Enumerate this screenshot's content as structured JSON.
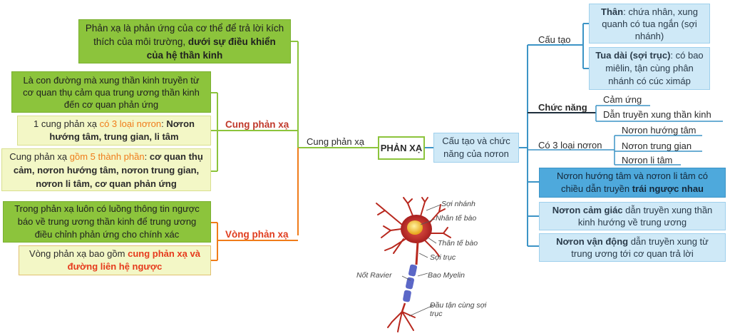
{
  "center": {
    "label": "PHẢN XẠ"
  },
  "left": {
    "top_box": {
      "text": "Phản xạ là phản ứng của cơ thể để trả lời kích thích của môi trường,",
      "bold": "dưới sự điều khiển của hệ thần kinh"
    },
    "trunk_label": "Cung phản xạ",
    "cung": {
      "label": "Cung phản xạ",
      "box1": "Là con đường mà xung thần kinh truyền từ cơ quan thụ cảm qua trung ương thần kinh đến cơ quan phản ứng",
      "box2": {
        "a": "1 cung phản xạ ",
        "b": "có 3 loại nơron",
        "c": ": ",
        "d": "Nơron hướng tâm, trung gian, li tâm"
      },
      "box3": {
        "a": "Cung phản xạ ",
        "b": "gồm 5 thành phần",
        "c": ": ",
        "d": "cơ quan thụ cảm, nơron hướng tâm, nơron trung gian, nơron li tâm, cơ quan phản ứng"
      }
    },
    "vong": {
      "label": "Vòng phản xạ",
      "box1": "Trong phản xạ luôn có luồng thông tin ngược báo về trung ương thần kinh để trung ương điều chỉnh phản ứng cho chính xác",
      "box2": {
        "a": "Vòng phản xạ bao gồm ",
        "b": "cung phản xạ và đường liên hệ ngược"
      }
    }
  },
  "right": {
    "hub": "Cấu tạo và chức năng của nơron",
    "cau_tao": {
      "label": "Cấu tạo",
      "than": {
        "b": "Thân",
        "t": ": chứa nhân, xung quanh có tua ngắn (sợi nhánh)"
      },
      "tua": {
        "b": "Tua dài (sợi trục)",
        "t": ": có bao miêlin, tận cùng phân nhánh có cúc ximáp"
      }
    },
    "chuc_nang": {
      "label": "Chức năng",
      "items": [
        "Cảm ứng",
        "Dẫn truyền xung thần kinh"
      ]
    },
    "loai": {
      "label": "Có 3 loại nơron",
      "items": [
        "Nơron hướng tâm",
        "Nơron trung gian",
        "Nơron li tâm"
      ]
    },
    "box_huong": {
      "t": "Nơron hướng tâm và nơron li tâm có chiều dẫn truyền ",
      "b": "trái ngược nhau"
    },
    "box_cam_giac": {
      "b": "Nơron cảm giác",
      "t": " dẫn truyền xung thần kinh hướng về trung ương"
    },
    "box_van_dong": {
      "b": "Nơron vận động",
      "t": " dẫn truyền xung từ trung ương tới cơ quan trả lời"
    }
  },
  "neuron": {
    "labels": [
      "Sợi nhánh",
      "Nhân tế bào",
      "Thân tế bào",
      "Sợi trục",
      "Nốt Ravier",
      "Bao Myelin",
      "Đầu tận cùng sợi trục"
    ]
  }
}
